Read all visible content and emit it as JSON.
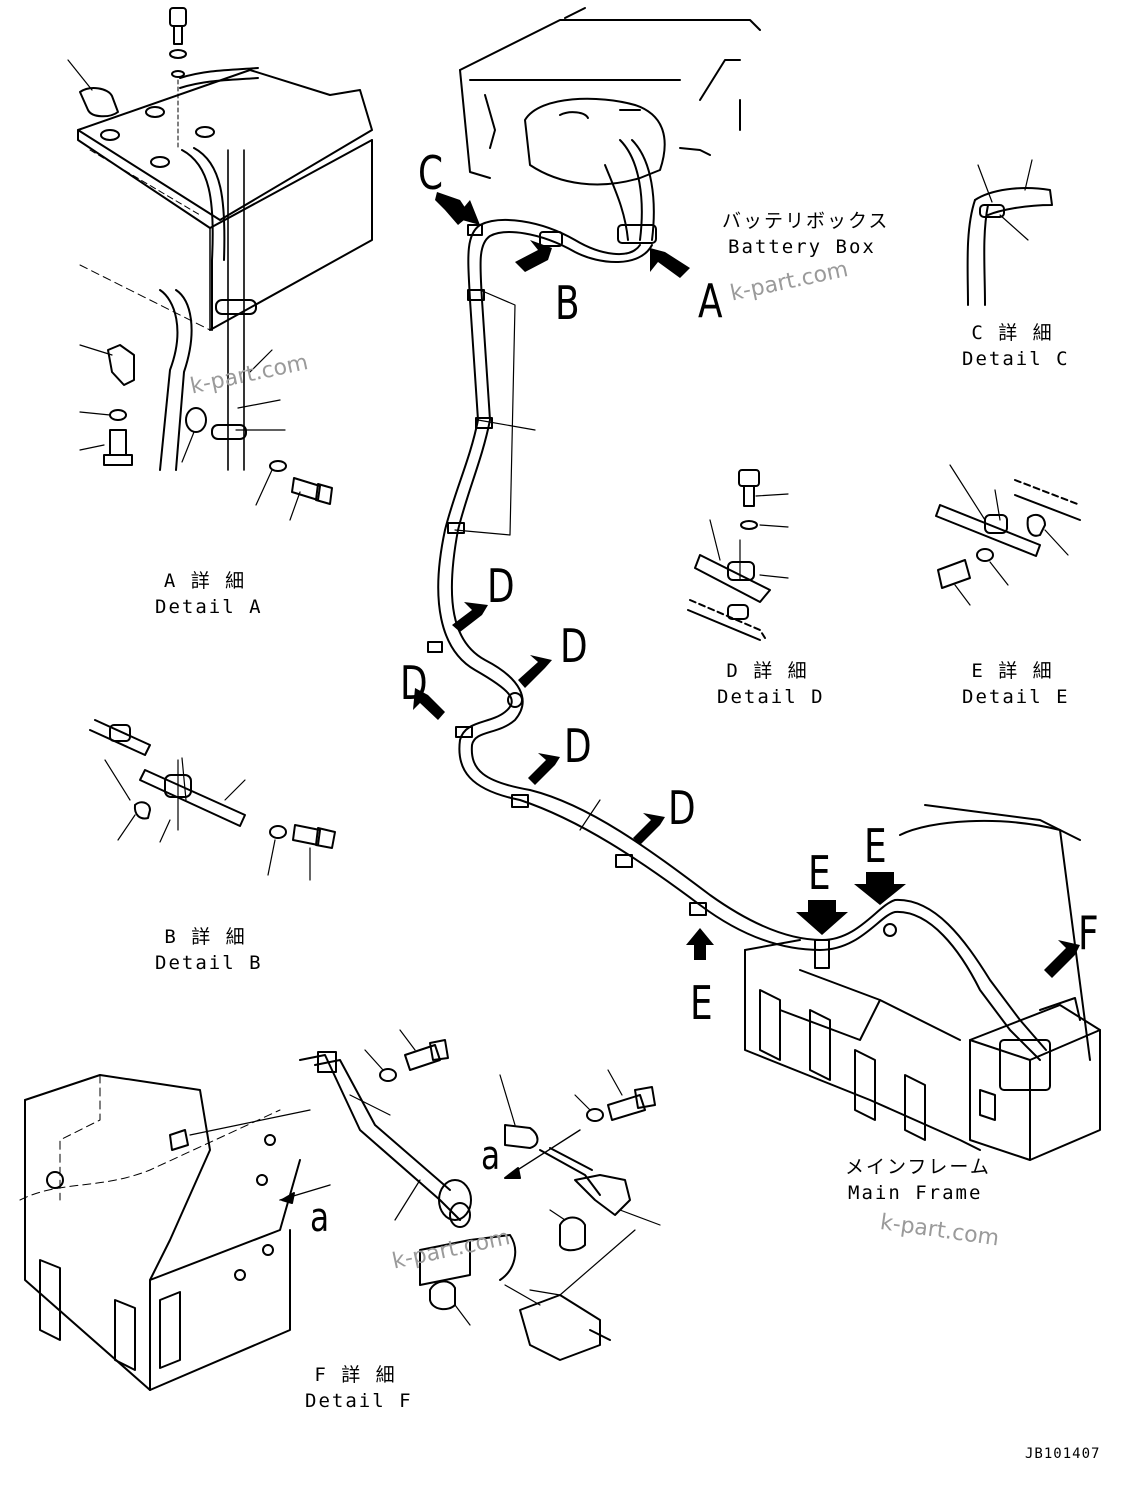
{
  "labels": {
    "battery_box_jp": "バッテリボックス",
    "battery_box_en": "Battery Box",
    "main_frame_jp": "メインフレーム",
    "main_frame_en": "Main Frame",
    "detail_a_jp": "A 詳 細",
    "detail_a_en": "Detail A",
    "detail_b_jp": "B 詳 細",
    "detail_b_en": "Detail B",
    "detail_c_jp": "C 詳 細",
    "detail_c_en": "Detail C",
    "detail_d_jp": "D 詳 細",
    "detail_d_en": "Detail D",
    "detail_e_jp": "E 詳 細",
    "detail_e_en": "Detail E",
    "detail_f_jp": "F 詳 細",
    "detail_f_en": "Detail F",
    "drawing_number": "JB101407"
  },
  "callouts": {
    "a": "A",
    "b": "B",
    "c": "C",
    "d": "D",
    "e": "E",
    "f": "F",
    "view_a": "a"
  },
  "watermark": "k-part.com"
}
